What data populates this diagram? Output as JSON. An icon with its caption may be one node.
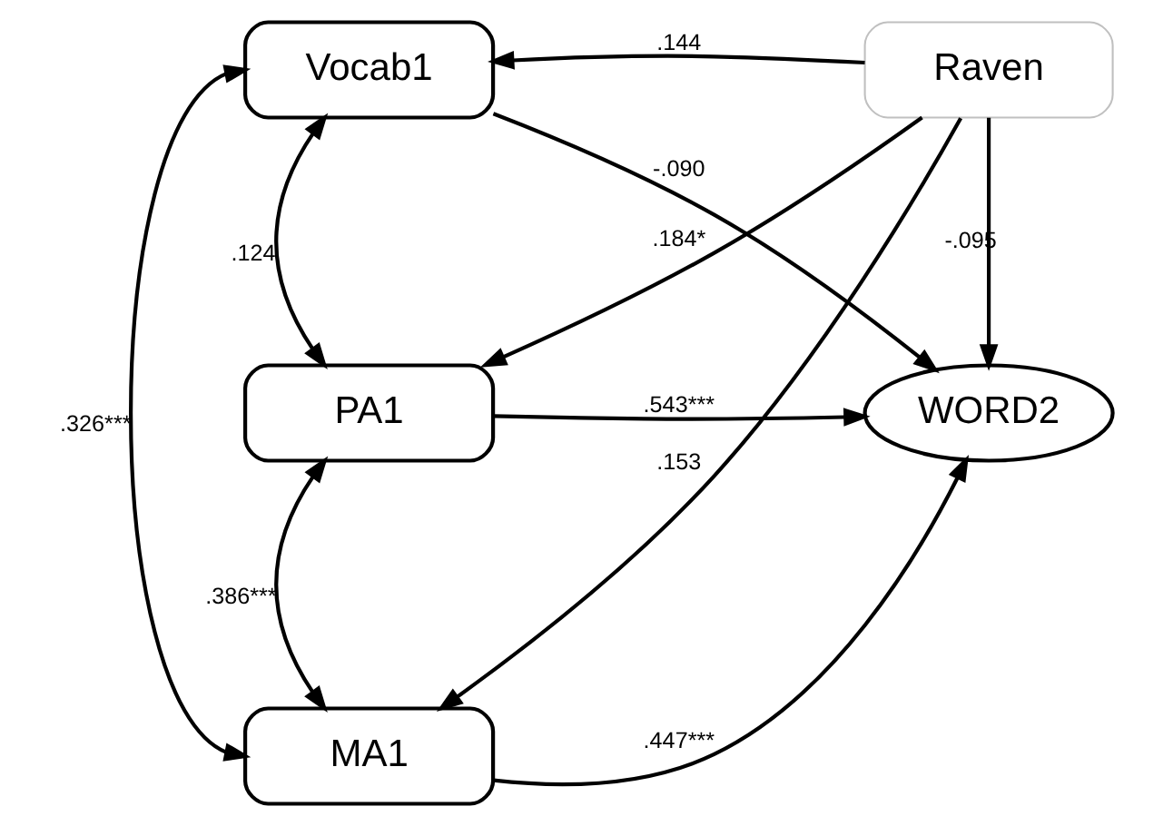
{
  "diagram": {
    "nodes": [
      {
        "text": [
          "Raven"
        ]
      },
      {
        "text": [
          "Vocab1"
        ]
      },
      {
        "text": [
          "PA1"
        ]
      },
      {
        "text": [
          "MA1"
        ]
      },
      {
        "text": [
          "WORD2"
        ]
      }
    ],
    "edges": [
      {
        "from": 0,
        "to": 1,
        "arrow": "to",
        "label": ".144"
      },
      {
        "from": 0,
        "to": 2,
        "arrow": "to",
        "label": ".184*"
      },
      {
        "from": 0,
        "to": 3,
        "arrow": "to",
        "label": ".153"
      },
      {
        "from": 0,
        "to": 4,
        "arrow": "to",
        "label": "-.095"
      },
      {
        "from": 1,
        "to": 4,
        "arrow": "to",
        "label": "-.090"
      },
      {
        "from": 2,
        "to": 4,
        "arrow": "to",
        "label": ".543***"
      },
      {
        "from": 3,
        "to": 4,
        "arrow": "to",
        "label": ".447***"
      },
      {
        "from": 1,
        "to": 2,
        "arrow": "both",
        "label": ".124"
      },
      {
        "from": 2,
        "to": 3,
        "arrow": "both",
        "label": ".386***"
      },
      {
        "from": 1,
        "to": 3,
        "arrow": "both",
        "label": ".326***"
      }
    ]
  }
}
